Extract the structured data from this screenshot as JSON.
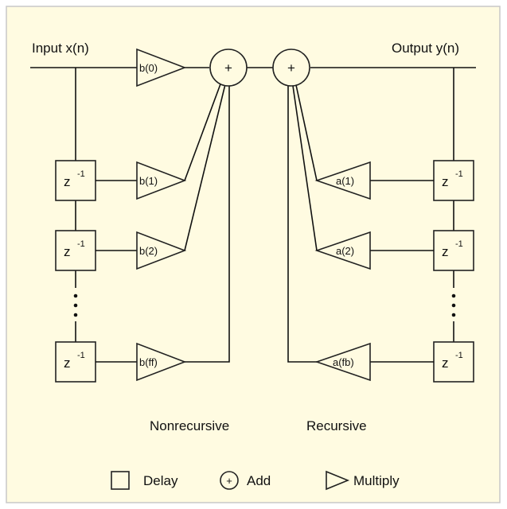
{
  "colors": {
    "background": "#fffbe1",
    "frame": "#c8c8c8",
    "ink": "#111111"
  },
  "labels": {
    "input": "Input x(n)",
    "output": "Output y(n)",
    "nonrecursive": "Nonrecursive",
    "recursive": "Recursive"
  },
  "delay_symbol": {
    "base": "z",
    "exponent": "-1"
  },
  "adder_symbol": "+",
  "ff_coefficients": [
    "b(0)",
    "b(1)",
    "b(2)",
    "b(ff)"
  ],
  "fb_coefficients": [
    "a(1)",
    "a(2)",
    "a(fb)"
  ],
  "legend": [
    {
      "shape": "square",
      "label": "Delay"
    },
    {
      "shape": "circle-plus",
      "label": "Add"
    },
    {
      "shape": "triangle",
      "label": "Multiply"
    }
  ]
}
